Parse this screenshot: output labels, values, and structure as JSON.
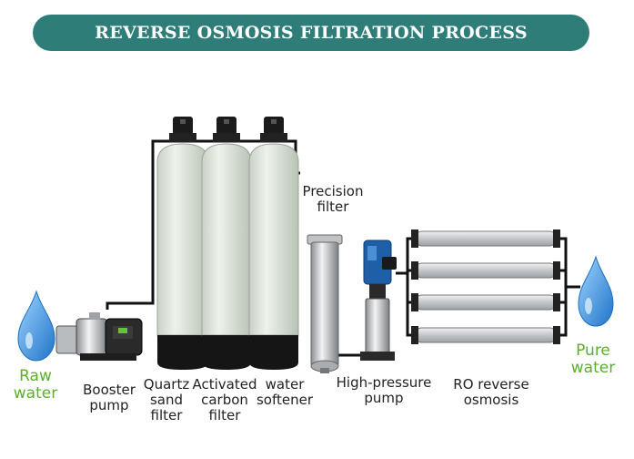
{
  "title": "REVERSE OSMOSIS FILTRATION PROCESS",
  "colors": {
    "title_bg": "#2f7d79",
    "title_text": "#ffffff",
    "label_text": "#222222",
    "water_label": "#5cae2d",
    "tank_body": "#dfe6dc",
    "tank_base": "#151515",
    "pipe": "#111111",
    "membrane": "#c9cccf",
    "pump_blue": "#1f5fa8",
    "droplet": "#3a9be0"
  },
  "stages": {
    "raw_water": {
      "line1": "Raw",
      "line2": "water",
      "icon": "water-drop-icon"
    },
    "booster_pump": {
      "line1": "Booster",
      "line2": "pump"
    },
    "quartz_sand_filter": {
      "line1": "Quartz",
      "line2": "sand",
      "line3": "filter"
    },
    "activated_carbon_filter": {
      "line1": "Activated",
      "line2": "carbon",
      "line3": "filter"
    },
    "water_softener": {
      "line1": "water",
      "line2": "softener"
    },
    "precision_filter": {
      "line1": "Precision",
      "line2": "filter"
    },
    "high_pressure_pump": {
      "line1": "High-pressure",
      "line2": "pump"
    },
    "ro_reverse_osmosis": {
      "line1": "RO reverse",
      "line2": "osmosis"
    },
    "pure_water": {
      "line1": "Pure",
      "line2": "water",
      "icon": "water-drop-icon"
    }
  }
}
